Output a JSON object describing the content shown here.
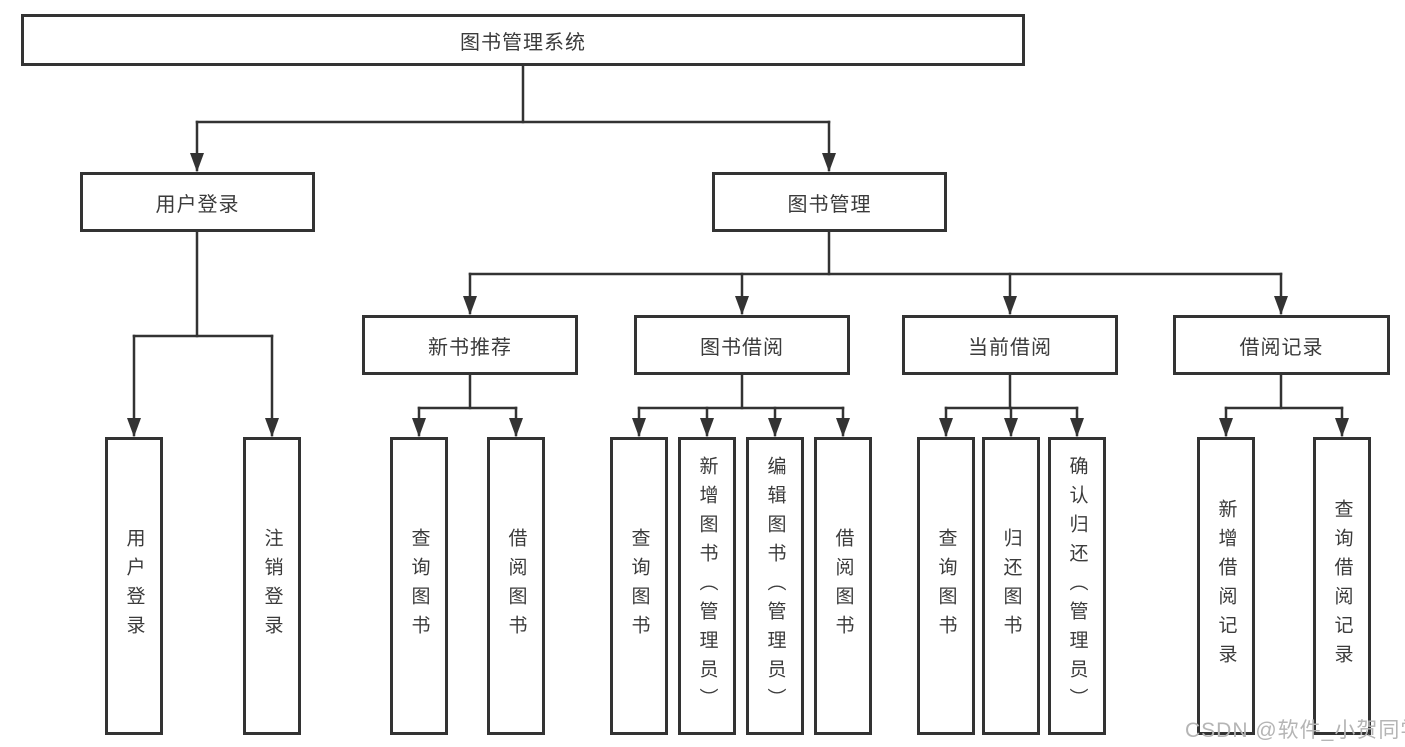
{
  "diagram": {
    "title_node": "图书管理系统",
    "colors": {
      "line": "#333333",
      "box_border": "#333333",
      "box_fill": "#ffffff",
      "text": "#3b3b3b",
      "watermark": "#b5b5b5"
    },
    "nodes": {
      "root": {
        "label": "图书管理系统"
      },
      "user_login": {
        "label": "用户登录"
      },
      "book_mgmt": {
        "label": "图书管理"
      },
      "new_book": {
        "label": "新书推荐"
      },
      "book_borrow": {
        "label": "图书借阅"
      },
      "current_borrow": {
        "label": "当前借阅"
      },
      "borrow_record": {
        "label": "借阅记录"
      },
      "leaves": {
        "user": [
          "用户登录",
          "注销登录"
        ],
        "new_book": [
          "查询图书",
          "借阅图书"
        ],
        "book_borrow": [
          "查询图书",
          "新增图书（管理员）",
          "编辑图书（管理员）",
          "借阅图书"
        ],
        "current_borrow": [
          "查询图书",
          "归还图书",
          "确认归还（管理员）"
        ],
        "borrow_record": [
          "新增借阅记录",
          "查询借阅记录"
        ]
      }
    }
  },
  "watermark": "CSDN @软件_小贺同学"
}
